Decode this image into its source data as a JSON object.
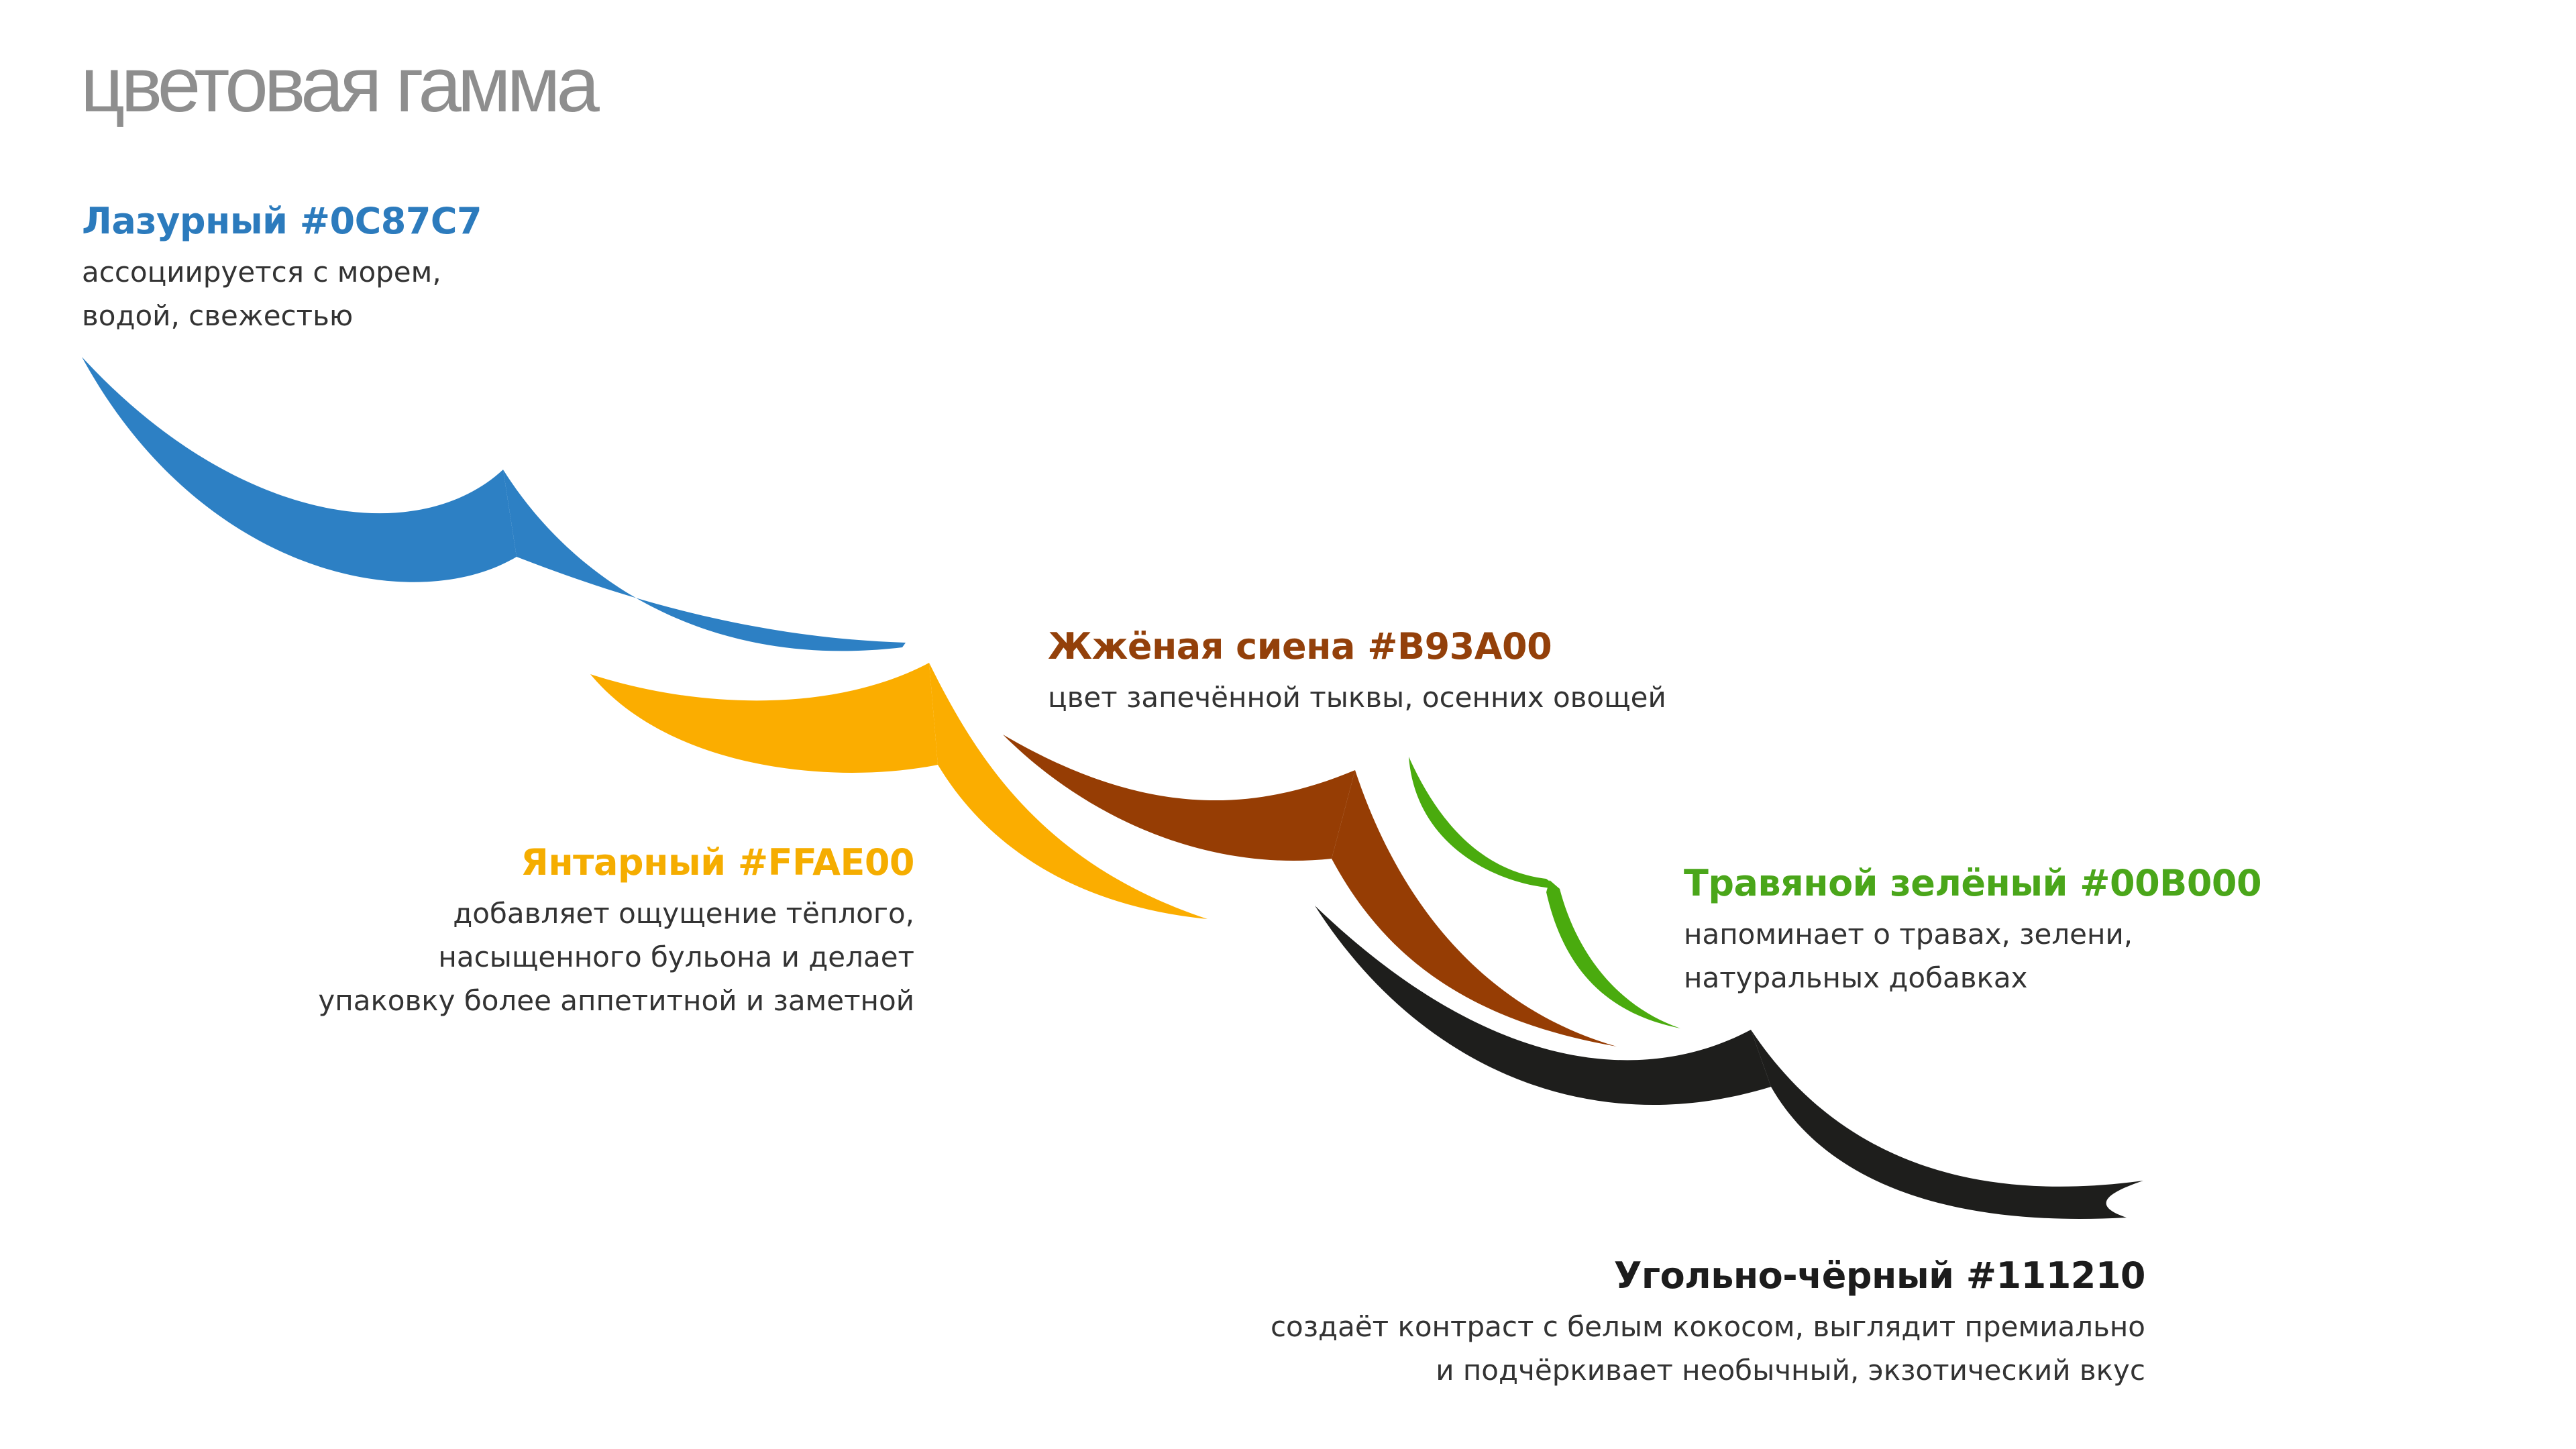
{
  "page": {
    "title": "цветовая гамма"
  },
  "colors": {
    "azure": {
      "name": "Лазурный #0C87C7",
      "description": "ассоциируется с морем,\nводой, свежестью",
      "text_color": "#2c7bbd",
      "wave_color": "#2d80c4"
    },
    "amber": {
      "name": "Янтарный #FFAE00",
      "description": "добавляет ощущение тёплого,\nнасыщенного бульона и делает\nупаковку более аппетитной и заметной",
      "text_color": "#f5ad00",
      "wave_color": "#fbad00"
    },
    "sienna": {
      "name": "Жжёная сиена #B93A00",
      "description": "цвет запечённой тыквы, осенних овощей",
      "text_color": "#93400a",
      "wave_color": "#963d04"
    },
    "green": {
      "name": "Травяной зелёный #00B000",
      "description": "напоминает о травах, зелени,\nнатуральных добавках",
      "text_color": "#4aa61a",
      "wave_color": "#4aab0e"
    },
    "black": {
      "name": "Угольно-чёрный #111210",
      "description": "создаёт контраст с белым кокосом, выглядит премиально\nи подчёркивает необычный, экзотический вкус",
      "text_color": "#1c1c1c",
      "wave_color": "#1e1e1c"
    }
  }
}
